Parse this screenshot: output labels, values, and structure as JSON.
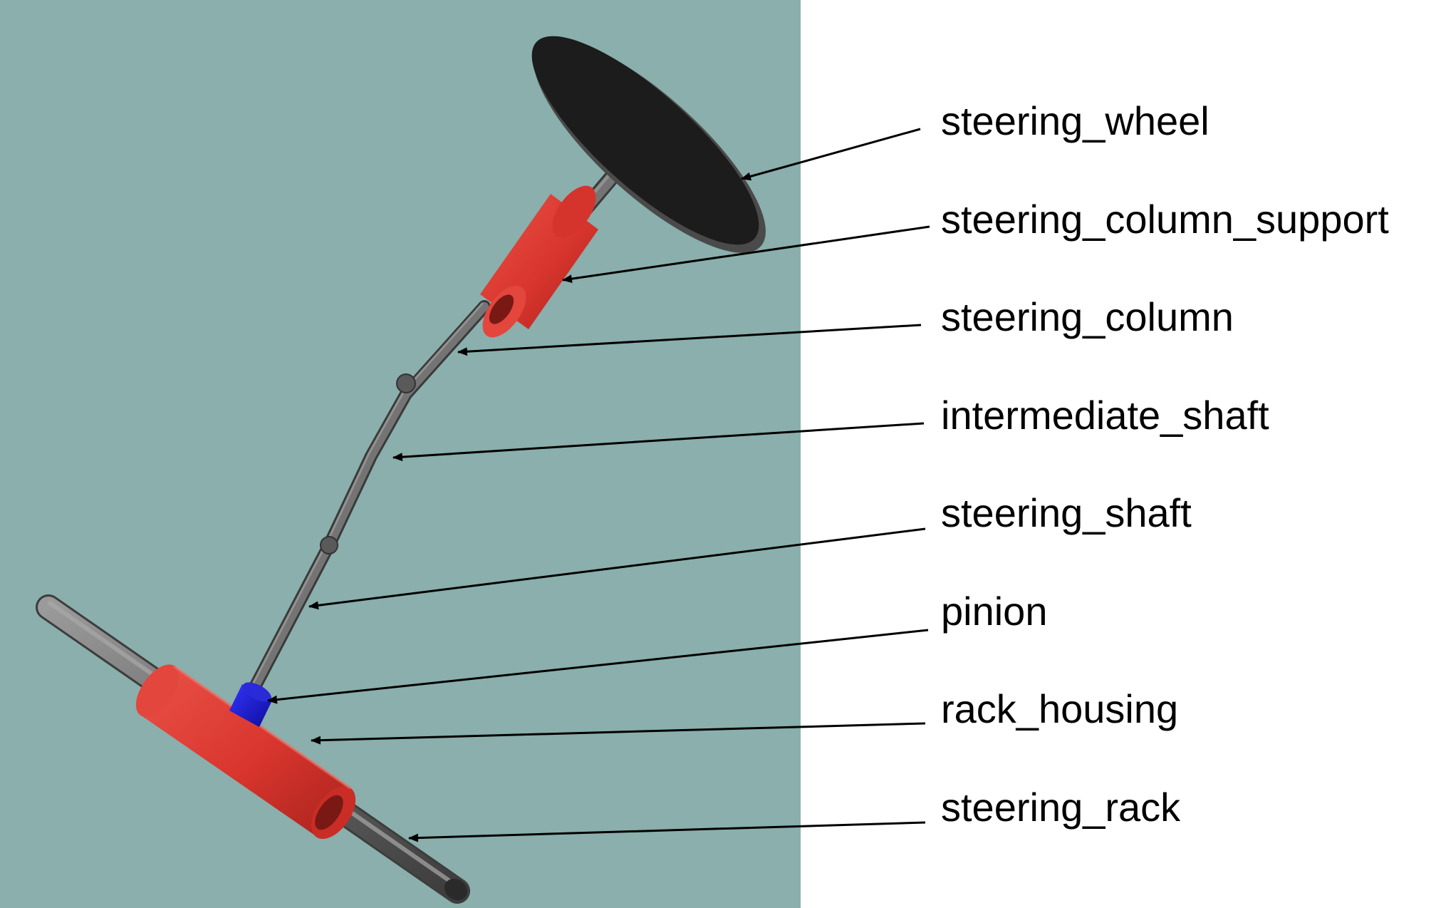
{
  "colors": {
    "viewport_background": "#8aafac",
    "page_background": "#ffffff",
    "steering_wheel": "#1c1c1c",
    "housing_red": "#e03b33",
    "pinion_blue": "#1a1ad6",
    "shaft_gray": "#6f6f6f",
    "arrow": "#000000"
  },
  "labels": [
    {
      "key": "steering_wheel",
      "text": "steering_wheel"
    },
    {
      "key": "steering_column_support",
      "text": "steering_column_support"
    },
    {
      "key": "steering_column",
      "text": "steering_column"
    },
    {
      "key": "intermediate_shaft",
      "text": "intermediate_shaft"
    },
    {
      "key": "steering_shaft",
      "text": "steering_shaft"
    },
    {
      "key": "pinion",
      "text": "pinion"
    },
    {
      "key": "rack_housing",
      "text": "rack_housing"
    },
    {
      "key": "steering_rack",
      "text": "steering_rack"
    }
  ]
}
